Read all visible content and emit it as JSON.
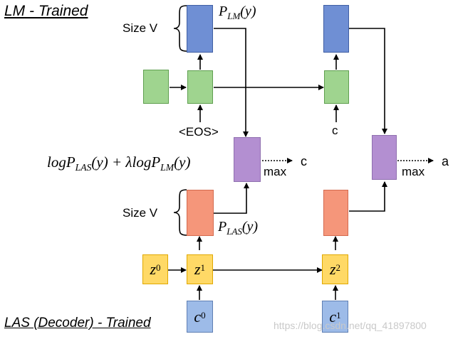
{
  "titles": {
    "lm": "LM - Trained",
    "las": "LAS (Decoder) - Trained"
  },
  "labels": {
    "size_v_top": "Size V",
    "size_v_bottom": "Size V",
    "p_lm": "P",
    "p_lm_sub": "LM",
    "p_lm_arg": "(y)",
    "p_las": "P",
    "p_las_sub": "LAS",
    "p_las_arg": "(y)",
    "eos": "<EOS>",
    "c_input": "c",
    "max_left": "max",
    "max_right": "max",
    "out_left": "c",
    "out_right": "a"
  },
  "formula": {
    "t1": "logP",
    "s1": "LAS",
    "t2": "(y) + λlogP",
    "s2": "LM",
    "t3": "(y)"
  },
  "nodes": {
    "z0_base": "z",
    "z0_sup": "0",
    "z1_base": "z",
    "z1_sup": "1",
    "z2_base": "z",
    "z2_sup": "2",
    "c0_base": "c",
    "c0_sup": "0",
    "c1_base": "c",
    "c1_sup": "1"
  },
  "watermark": "https://blog.csdn.net/qq_41897800",
  "colors": {
    "blue": "#6f8fd4",
    "green": "#9fd48f",
    "purple": "#b38fd1",
    "orange": "#f5967a",
    "yellow": "#ffd966",
    "light_blue": "#9dbbe8"
  }
}
